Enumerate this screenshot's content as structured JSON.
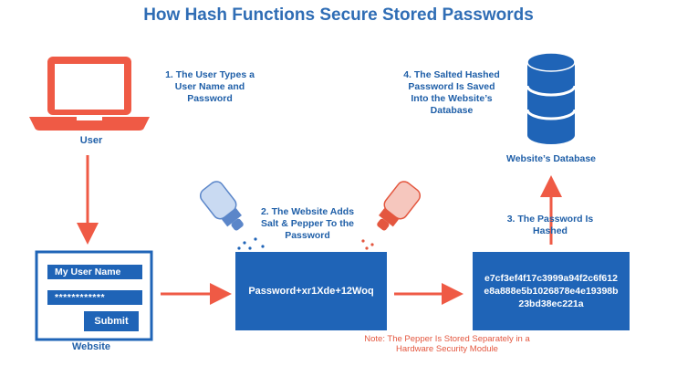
{
  "title": "How Hash Functions Secure Stored Passwords",
  "steps": {
    "s1": "1. The User Types a\nUser Name and\nPassword",
    "s2": "2. The Website Adds\nSalt & Pepper To the\nPassword",
    "s3": "3. The Password Is\nHashed",
    "s4": "4. The Salted Hashed\nPassword Is Saved\nInto the Website’s\nDatabase"
  },
  "labels": {
    "user": "User",
    "website": "Website",
    "database": "Website’s Database"
  },
  "login_form": {
    "username_value": "My User Name",
    "password_value": "************",
    "submit_label": "Submit"
  },
  "salted_password": "Password+xr1Xde+12Woq",
  "hash_value": "e7cf3ef4f17c3999a94f2c6f612\ne8a888e5b1026878e4e19398b\n23bd38ec221a",
  "note": "Note: The Pepper Is Stored Separately in a\nHardware Security Module",
  "colors": {
    "accent_blue": "#1f64b7",
    "laptop_red": "#ef5a45",
    "arrow_red": "#ef5a45",
    "title_blue": "#2f6db5"
  }
}
